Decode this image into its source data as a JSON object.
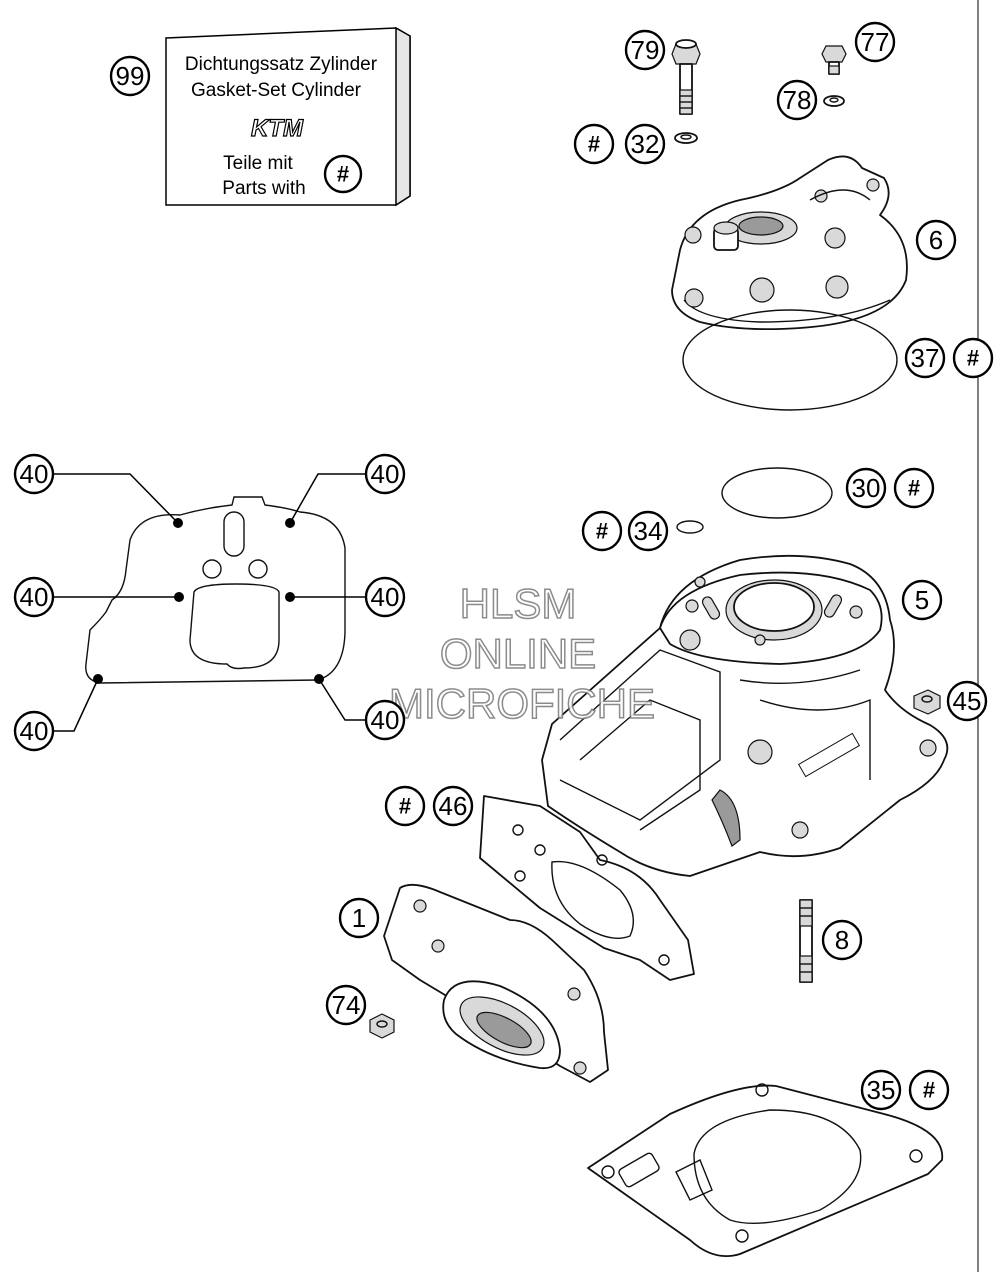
{
  "kit_box": {
    "title_de": "Dichtungssatz Zylinder",
    "title_en": "Gasket-Set Cylinder",
    "brand": "KTM",
    "note_de": "Teile mit",
    "note_en": "Parts with",
    "marker": "#"
  },
  "watermark": {
    "line1": "HLSM",
    "line2": "ONLINE",
    "line3": "MICROFICHE"
  },
  "callouts": [
    {
      "id": "99",
      "label": "99"
    },
    {
      "id": "79",
      "label": "79"
    },
    {
      "id": "77",
      "label": "77"
    },
    {
      "id": "78",
      "label": "78"
    },
    {
      "id": "32",
      "label": "32",
      "hash": "#"
    },
    {
      "id": "6",
      "label": "6"
    },
    {
      "id": "37",
      "label": "37",
      "hash": "#"
    },
    {
      "id": "30",
      "label": "30",
      "hash": "#"
    },
    {
      "id": "34",
      "label": "34",
      "hash": "#"
    },
    {
      "id": "5",
      "label": "5"
    },
    {
      "id": "45",
      "label": "45"
    },
    {
      "id": "46",
      "label": "46",
      "hash": "#"
    },
    {
      "id": "1",
      "label": "1"
    },
    {
      "id": "74",
      "label": "74"
    },
    {
      "id": "8",
      "label": "8"
    },
    {
      "id": "35",
      "label": "35",
      "hash": "#"
    },
    {
      "id": "40a",
      "label": "40"
    },
    {
      "id": "40b",
      "label": "40"
    },
    {
      "id": "40c",
      "label": "40"
    },
    {
      "id": "40d",
      "label": "40"
    },
    {
      "id": "40e",
      "label": "40"
    },
    {
      "id": "40f",
      "label": "40"
    }
  ]
}
